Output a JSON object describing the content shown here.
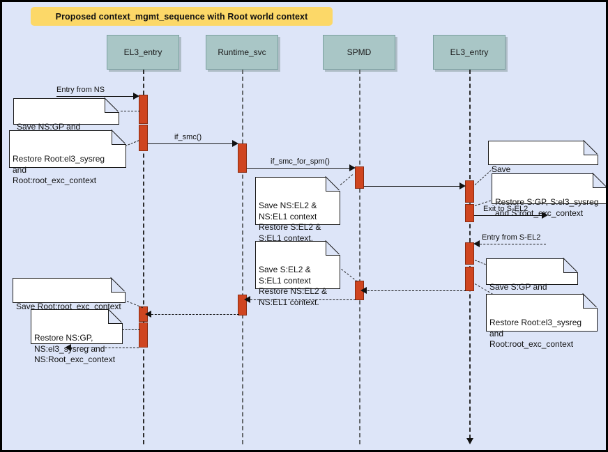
{
  "title": "Proposed context_mgmt_sequence with Root world context",
  "participants": [
    {
      "name": "EL3_entry",
      "id": "el3-entry-left"
    },
    {
      "name": "Runtime_svc",
      "id": "runtime-svc"
    },
    {
      "name": "SPMD",
      "id": "spmd"
    },
    {
      "name": "EL3_entry",
      "id": "el3-entry-right"
    }
  ],
  "messages": [
    {
      "id": "m1",
      "label": "Entry from NS"
    },
    {
      "id": "m2",
      "label": "if_smc()"
    },
    {
      "id": "m3",
      "label": "if_smc_for_spm()"
    },
    {
      "id": "m4",
      "label": "Exit to S-EL2"
    },
    {
      "id": "m5",
      "label": "Entry from S-EL2"
    }
  ],
  "notes": [
    {
      "id": "n1",
      "text": "Save NS:GP and\nNS:Root_exc_context"
    },
    {
      "id": "n2",
      "text": "Restore Root:el3_sysreg\nand\nRoot:root_exc_context"
    },
    {
      "id": "n3",
      "text": "Save NS:EL2 &\nNS:EL1 context\nRestore S:EL2 &\nS:EL1 context."
    },
    {
      "id": "n4",
      "text": "Save Root:root_exc_context"
    },
    {
      "id": "n5",
      "text": "Restore S:GP, S:el3_sysreg\nand S:root_exc_context"
    },
    {
      "id": "n6",
      "text": "Save S:GP and\nS:root_exc_context"
    },
    {
      "id": "n7",
      "text": "Restore Root:el3_sysreg\nand\nRoot:root_exc_context"
    },
    {
      "id": "n8",
      "text": "Save S:EL2 &\nS:EL1 context\nRestore NS:EL2 &\nNS:EL1 context."
    },
    {
      "id": "n9",
      "text": "Save Root:root_exc_context"
    },
    {
      "id": "n10",
      "text": "Restore NS:GP,\nNS:el3_sysreg and\nNS:Root_exc_context"
    }
  ],
  "colors": {
    "background": "#dde5f8",
    "title_banner": "#fcd868",
    "participant_box": "#a9c6c6",
    "activation_bar": "#cf4520",
    "note_fill": "#ffffff",
    "line": "#111111"
  }
}
